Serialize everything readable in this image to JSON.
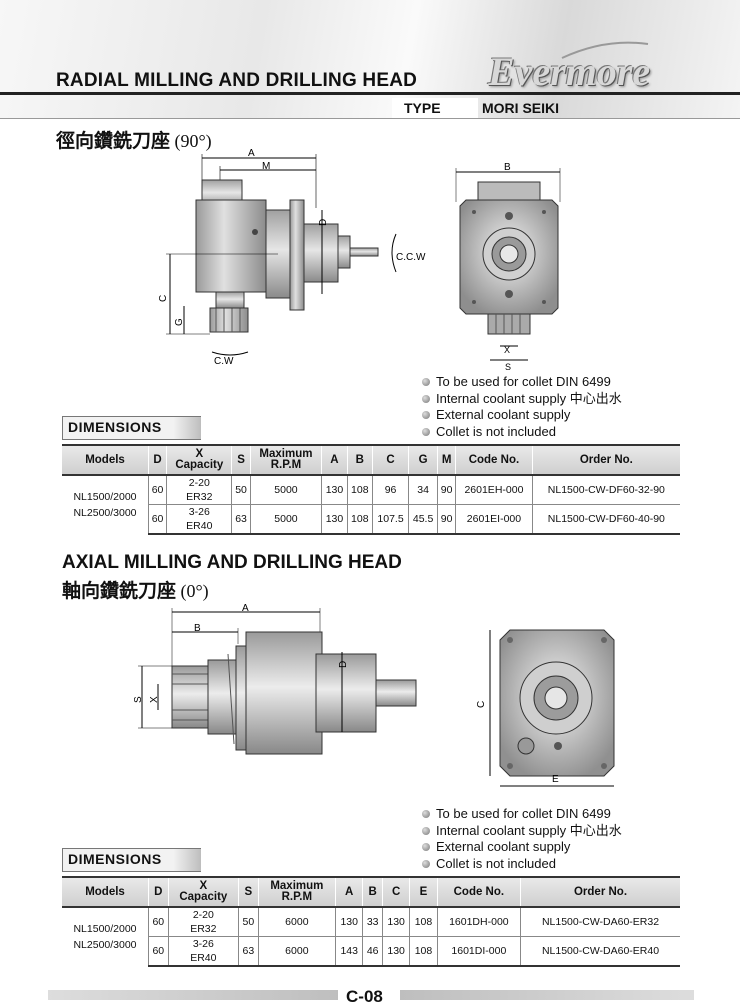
{
  "header": {
    "title": "RADIAL MILLING AND DRILLING HEAD",
    "brand": "Evermore",
    "type_label": "TYPE",
    "type_value": "MORI SEIKI"
  },
  "radial": {
    "cn_title": "徑向鑽銑刀座",
    "angle": "(90°)",
    "side_labels": {
      "A": "A",
      "M": "M",
      "D": "D",
      "C": "C",
      "G": "G",
      "ccw": "C.C.W",
      "cw": "C.W"
    },
    "front_labels": {
      "B": "B",
      "X": "X",
      "S": "S"
    },
    "notes": [
      "To be used for collet DIN 6499",
      "Internal coolant supply  中心出水",
      "External coolant supply",
      "Collet is not included"
    ],
    "dims_label": "DIMENSIONS",
    "headers": [
      "Models",
      "D",
      "X",
      "Capacity",
      "S",
      "Maximum",
      "R.P.M",
      "A",
      "B",
      "C",
      "G",
      "M",
      "Code No.",
      "Order No."
    ],
    "models": [
      "NL1500/2000",
      "NL2500/3000"
    ],
    "rows": [
      {
        "D": "60",
        "cap1": "2-20",
        "cap2": "ER32",
        "S": "50",
        "rpm": "5000",
        "A": "130",
        "B": "108",
        "C": "96",
        "G": "34",
        "M": "90",
        "code": "2601EH-000",
        "order": "NL1500-CW-DF60-32-90"
      },
      {
        "D": "60",
        "cap1": "3-26",
        "cap2": "ER40",
        "S": "63",
        "rpm": "5000",
        "A": "130",
        "B": "108",
        "C": "107.5",
        "G": "45.5",
        "M": "90",
        "code": "2601EI-000",
        "order": "NL1500-CW-DF60-40-90"
      }
    ]
  },
  "axial": {
    "title": "AXIAL MILLING AND DRILLING HEAD",
    "cn_title": "軸向鑽銑刀座",
    "angle": "(0°)",
    "side_labels": {
      "A": "A",
      "B": "B",
      "D": "D",
      "S": "S",
      "X": "X"
    },
    "front_labels": {
      "C": "C",
      "E": "E"
    },
    "notes": [
      "To be used for collet DIN 6499",
      "Internal coolant supply  中心出水",
      "External coolant supply",
      "Collet is not included"
    ],
    "dims_label": "DIMENSIONS",
    "headers": [
      "Models",
      "D",
      "X",
      "Capacity",
      "S",
      "Maximum",
      "R.P.M",
      "A",
      "B",
      "C",
      "E",
      "Code No.",
      "Order No."
    ],
    "models": [
      "NL1500/2000",
      "NL2500/3000"
    ],
    "rows": [
      {
        "D": "60",
        "cap1": "2-20",
        "cap2": "ER32",
        "S": "50",
        "rpm": "6000",
        "A": "130",
        "B": "33",
        "C": "130",
        "E": "108",
        "code": "1601DH-000",
        "order": "NL1500-CW-DA60-ER32"
      },
      {
        "D": "60",
        "cap1": "3-26",
        "cap2": "ER40",
        "S": "63",
        "rpm": "6000",
        "A": "143",
        "B": "46",
        "C": "130",
        "E": "108",
        "code": "1601DI-000",
        "order": "NL1500-CW-DA60-ER40"
      }
    ]
  },
  "footer": {
    "page": "C-08"
  }
}
